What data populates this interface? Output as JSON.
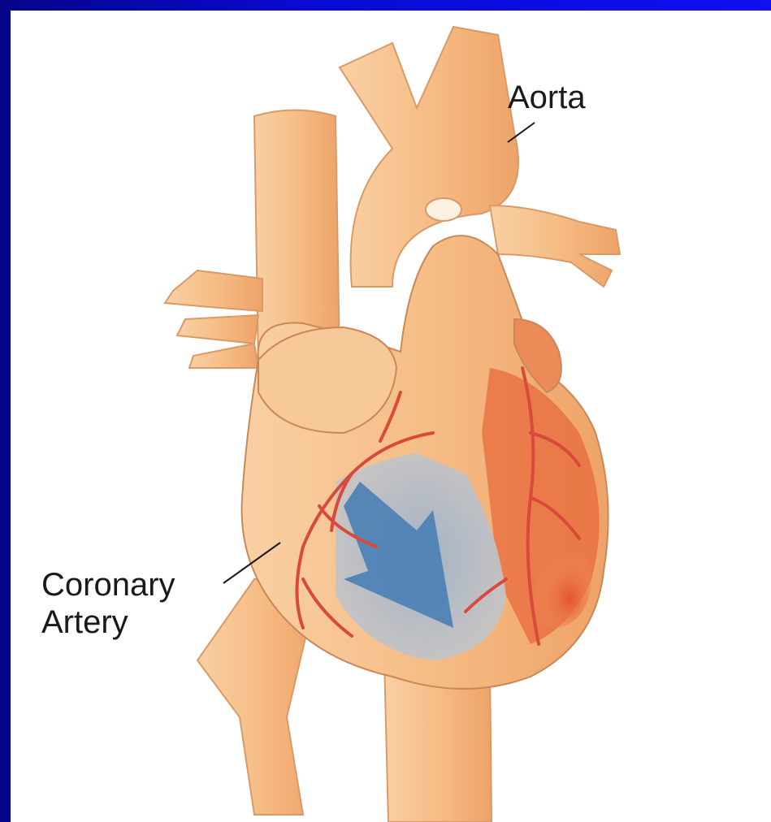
{
  "labels": {
    "aorta": "Aorta",
    "coronary_artery_line1": "Coronary",
    "coronary_artery_line2": "Artery"
  },
  "colors": {
    "frame": "#0a0ad4",
    "background": "#ffffff",
    "heart_tissue": "#f4b47a",
    "heart_muscle": "#e86a3c",
    "artery": "#d84a3a",
    "blood_flow_arrow": "#4a7fb5"
  }
}
